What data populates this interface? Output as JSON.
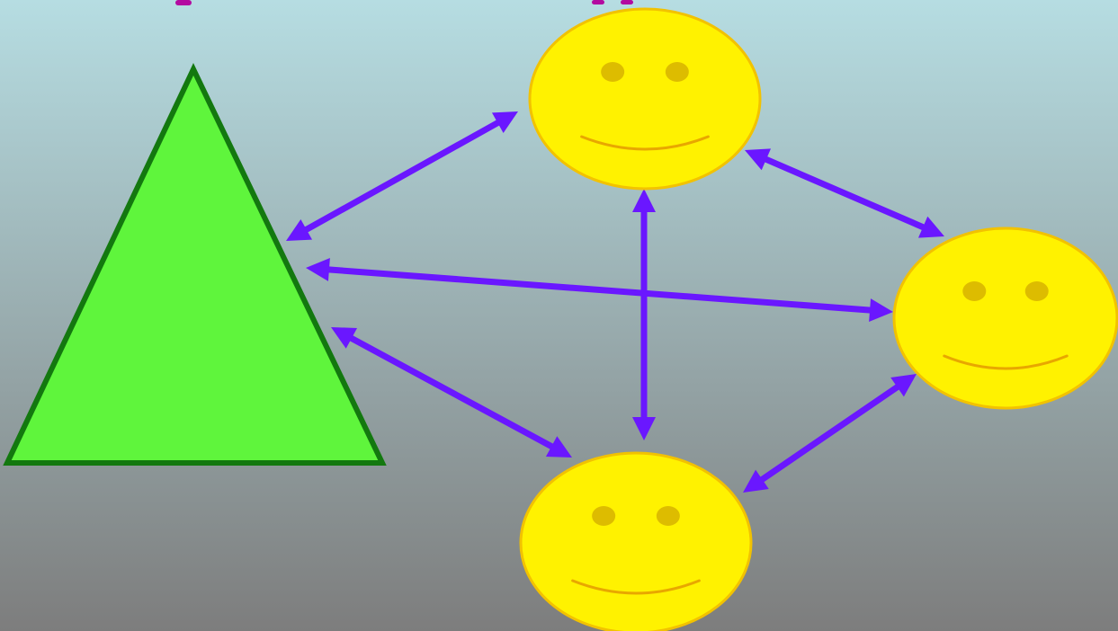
{
  "colors": {
    "background_top": "#b6dde2",
    "background_bottom": "#7d7d7d",
    "triangle_fill": "#5ff53c",
    "triangle_stroke": "#13780f",
    "face_fill": "#fff200",
    "face_stroke": "#f2c200",
    "face_eyes": "#ddbc00",
    "face_mouth": "#e8a700",
    "arrow": "#6a17ff",
    "title_fragment": "#b30aa0"
  },
  "diagram": {
    "nodes": [
      {
        "id": "leader",
        "shape": "triangle",
        "icon": "triangle-icon"
      },
      {
        "id": "member-top",
        "shape": "smiley",
        "icon": "smiley-face-icon"
      },
      {
        "id": "member-right",
        "shape": "smiley",
        "icon": "smiley-face-icon"
      },
      {
        "id": "member-bottom",
        "shape": "smiley",
        "icon": "smiley-face-icon"
      }
    ],
    "edges": [
      {
        "from": "leader",
        "to": "member-top",
        "direction": "both"
      },
      {
        "from": "leader",
        "to": "member-right",
        "direction": "both"
      },
      {
        "from": "leader",
        "to": "member-bottom",
        "direction": "both"
      },
      {
        "from": "member-top",
        "to": "member-right",
        "direction": "both"
      },
      {
        "from": "member-top",
        "to": "member-bottom",
        "direction": "both"
      },
      {
        "from": "member-bottom",
        "to": "member-right",
        "direction": "both"
      }
    ]
  }
}
